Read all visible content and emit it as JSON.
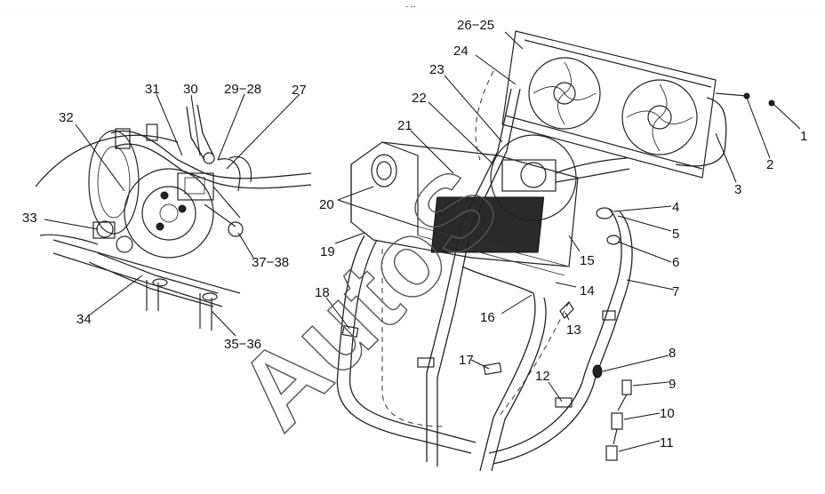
{
  "watermark": "AutoS",
  "top_mark": "- --",
  "labels": [
    {
      "id": "1",
      "text": "1"
    },
    {
      "id": "2",
      "text": "2"
    },
    {
      "id": "3",
      "text": "3"
    },
    {
      "id": "4",
      "text": "4"
    },
    {
      "id": "5",
      "text": "5"
    },
    {
      "id": "6",
      "text": "6"
    },
    {
      "id": "7",
      "text": "7"
    },
    {
      "id": "8",
      "text": "8"
    },
    {
      "id": "9",
      "text": "9"
    },
    {
      "id": "10",
      "text": "10"
    },
    {
      "id": "11",
      "text": "11"
    },
    {
      "id": "12",
      "text": "12"
    },
    {
      "id": "13",
      "text": "13"
    },
    {
      "id": "14",
      "text": "14"
    },
    {
      "id": "15",
      "text": "15"
    },
    {
      "id": "16",
      "text": "16"
    },
    {
      "id": "17",
      "text": "17"
    },
    {
      "id": "18",
      "text": "18"
    },
    {
      "id": "19",
      "text": "19"
    },
    {
      "id": "20",
      "text": "20"
    },
    {
      "id": "21",
      "text": "21"
    },
    {
      "id": "22",
      "text": "22"
    },
    {
      "id": "23",
      "text": "23"
    },
    {
      "id": "24",
      "text": "24"
    },
    {
      "id": "26-25",
      "text": "26−25"
    },
    {
      "id": "27",
      "text": "27"
    },
    {
      "id": "29-28",
      "text": "29−28"
    },
    {
      "id": "30",
      "text": "30"
    },
    {
      "id": "31",
      "text": "31"
    },
    {
      "id": "32",
      "text": "32"
    },
    {
      "id": "33",
      "text": "33"
    },
    {
      "id": "34",
      "text": "34"
    },
    {
      "id": "35-36",
      "text": "35−36"
    },
    {
      "id": "37-38",
      "text": "37−38"
    }
  ]
}
